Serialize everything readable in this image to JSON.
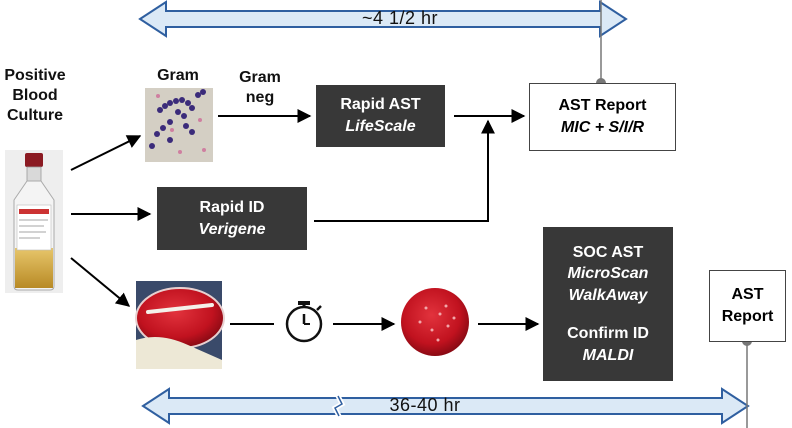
{
  "timeline_top": {
    "label": "~4 1/2 hr"
  },
  "timeline_bottom": {
    "label": "36-40 hr"
  },
  "labels": {
    "positive_blood_culture": [
      "Positive",
      "Blood",
      "Culture"
    ],
    "gram": "Gram",
    "gram_neg": [
      "Gram",
      "neg"
    ]
  },
  "boxes": {
    "rapid_ast": {
      "title": "Rapid AST",
      "subtitle": "LifeScale"
    },
    "rapid_id": {
      "title": "Rapid ID",
      "subtitle": "Verigene"
    },
    "ast_report_top": {
      "title": "AST Report",
      "subtitle": "MIC + S/I/R"
    },
    "soc_ast": {
      "title": "SOC AST",
      "line2": "MicroScan",
      "line3": "WalkAway",
      "line4": "Confirm ID",
      "line5": "MALDI"
    },
    "ast_report_bottom": {
      "line1": "AST",
      "line2": "Report"
    }
  },
  "colors": {
    "timeline_fill": "#dbe9f6",
    "timeline_stroke": "#2f5fa0",
    "dark_box": "#383838",
    "agar_red": "#c1121f",
    "blood_culture_fluid": "#c9a33a",
    "gram_stain_purple": "#3b2b7a"
  },
  "icons": [
    "blood-culture-bottle-image",
    "gram-stain-image",
    "agar-plate-swab-image",
    "stopwatch-icon",
    "red-agar-plate-image"
  ]
}
